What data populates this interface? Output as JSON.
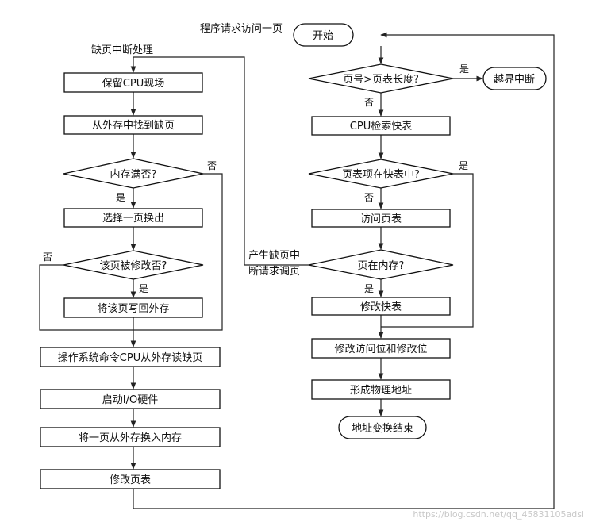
{
  "diagram": {
    "start_request": "程序请求访问一页",
    "start": "开始",
    "page_fault_title": "缺页中断处理",
    "check_bound": "页号>页表长度?",
    "out_of_bounds": "越界中断",
    "cpu_search_tlb": "CPU检索快表",
    "in_tlb": "页表项在快表中?",
    "visit_page_table": "访问页表",
    "in_memory": "页在内存?",
    "modify_tlb": "修改快表",
    "modify_bits": "修改访问位和修改位",
    "physical_addr": "形成物理地址",
    "end": "地址变换结束",
    "trigger_line1": "产生缺页中",
    "trigger_line2": "断请求调页",
    "save_cpu": "保留CPU现场",
    "find_page": "从外存中找到缺页",
    "mem_full": "内存满否?",
    "select_swap": "选择一页换出",
    "page_modified": "该页被修改否?",
    "write_back": "将该页写回外存",
    "os_read": "操作系统命令CPU从外存读缺页",
    "start_io": "启动I/O硬件",
    "swap_in": "将一页从外存换入内存",
    "modify_page_table": "修改页表",
    "yes": "是",
    "no": "否",
    "watermark": "https://blog.csdn.net/qq_45831105adsl"
  }
}
